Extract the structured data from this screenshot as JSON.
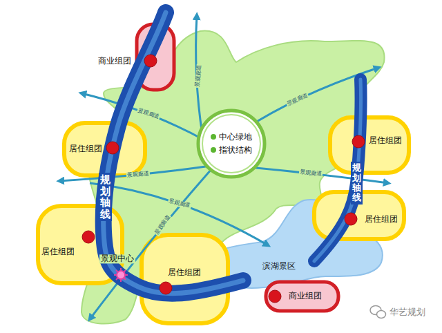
{
  "diagram": {
    "nodes": [
      {
        "text": [
          "商业组团"
        ]
      },
      {
        "text": [
          "中心绿地",
          "指状结构"
        ]
      },
      {
        "text": [
          "居住组团"
        ]
      },
      {
        "text": [
          "居住组团"
        ]
      },
      {
        "text": [
          "规划轴线"
        ]
      },
      {
        "text": [
          "规划轴线"
        ]
      },
      {
        "text": [
          "居住组团"
        ]
      },
      {
        "text": [
          "居住组团"
        ]
      },
      {
        "text": [
          "滨湖景区"
        ]
      },
      {
        "text": [
          "居住组团"
        ]
      },
      {
        "text": [
          "商业组团"
        ]
      }
    ],
    "labels": [
      "景观廊道",
      "景观廊道",
      "景观廊道",
      "景观廊道",
      "景观廊道",
      "景观廊道",
      "景观廊道",
      "景观中心",
      "华艺规划"
    ]
  }
}
